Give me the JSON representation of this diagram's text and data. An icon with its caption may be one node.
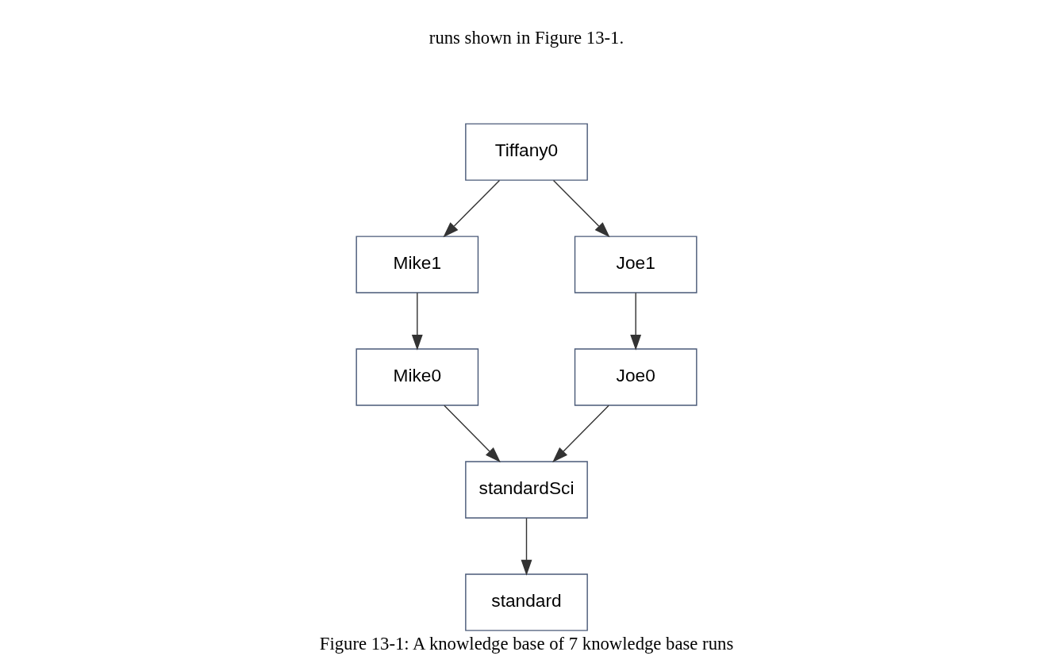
{
  "diagram": {
    "caption": "Figure 13-1: A knowledge base of 7 knowledge base runs",
    "nodes": [
      {
        "text": [
          "Tiffany0"
        ]
      },
      {
        "text": [
          "Mike1"
        ]
      },
      {
        "text": [
          "Joe1"
        ]
      },
      {
        "text": [
          "Mike0"
        ]
      },
      {
        "text": [
          "Joe0"
        ]
      },
      {
        "text": [
          "standardSci"
        ]
      },
      {
        "text": [
          "standard"
        ]
      }
    ],
    "edges": [
      {
        "from": 0,
        "to": 1,
        "arrow": "to"
      },
      {
        "from": 0,
        "to": 2,
        "arrow": "to"
      },
      {
        "from": 1,
        "to": 3,
        "arrow": "to"
      },
      {
        "from": 2,
        "to": 4,
        "arrow": "to"
      },
      {
        "from": 3,
        "to": 5,
        "arrow": "to"
      },
      {
        "from": 4,
        "to": 5,
        "arrow": "to"
      },
      {
        "from": 5,
        "to": 6,
        "arrow": "to"
      }
    ],
    "labels": [
      "runs shown in Figure 13-1."
    ]
  }
}
